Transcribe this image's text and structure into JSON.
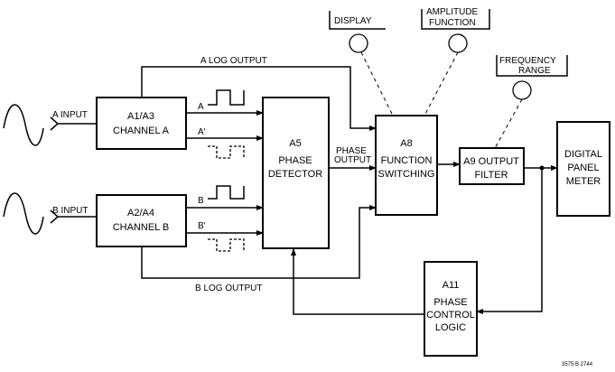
{
  "blocks": {
    "a1a3": {
      "id": "A1/A3",
      "name": "CHANNEL A"
    },
    "a2a4": {
      "id": "A2/A4",
      "name": "CHANNEL B"
    },
    "a5": {
      "id": "A5",
      "line1": "PHASE",
      "line2": "DETECTOR"
    },
    "a8": {
      "id": "A8",
      "line1": "FUNCTION",
      "line2": "SWITCHING"
    },
    "a9": {
      "line1": "A9 OUTPUT",
      "line2": "FILTER"
    },
    "meter": {
      "line1": "DIGITAL",
      "line2": "PANEL",
      "line3": "METER"
    },
    "a11": {
      "id": "A11",
      "line1": "PHASE",
      "line2": "CONTROL",
      "line3": "LOGIC"
    }
  },
  "controls": {
    "display": "DISPLAY",
    "amplitude_line1": "AMPLITUDE",
    "amplitude_line2": "FUNCTION",
    "frequency_line1": "FREQUENCY",
    "frequency_line2": "RANGE"
  },
  "signals": {
    "a_input": "A INPUT",
    "b_input": "B INPUT",
    "a_log_output": "A LOG OUTPUT",
    "b_log_output": "B LOG OUTPUT",
    "phase_output_line1": "PHASE",
    "phase_output_line2": "OUTPUT",
    "a": "A",
    "a_prime": "A'",
    "b": "B",
    "b_prime": "B'"
  },
  "figure_number": "3575 B 2744"
}
